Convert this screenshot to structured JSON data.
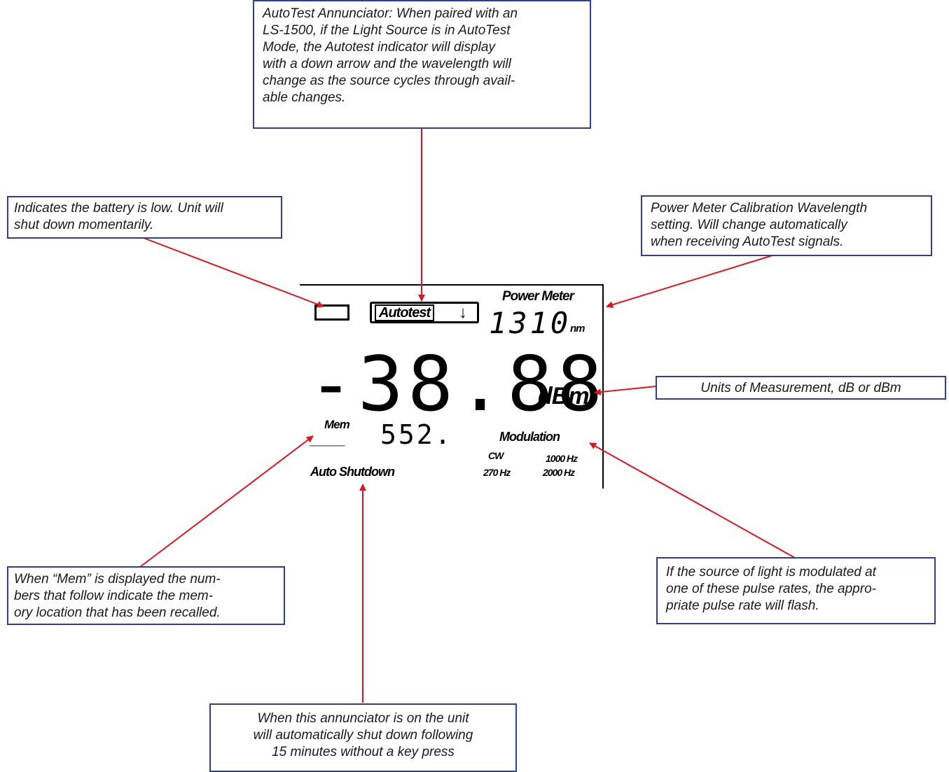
{
  "callouts": {
    "autotest": {
      "lines": [
        "AutoTest Annunciator: When paired with an",
        "LS-1500, if the Light Source is in AutoTest",
        "Mode, the Autotest indicator will display",
        "with a down arrow and the wavelength will",
        "change as the source cycles through avail-",
        "able changes."
      ]
    },
    "battery": {
      "lines": [
        "Indicates the battery is low. Unit will",
        "shut down momentarily."
      ]
    },
    "wavelength": {
      "lines": [
        "Power Meter Calibration Wavelength",
        "setting. Will change automatically",
        "when receiving AutoTest signals."
      ]
    },
    "units": {
      "lines": [
        "Units of Measurement, dB or dBm"
      ]
    },
    "memory": {
      "lines": [
        "When “Mem” is displayed the num-",
        "bers that follow indicate the mem-",
        "ory location that has been recalled."
      ]
    },
    "modulation": {
      "lines": [
        "If the source of light is modulated at",
        "one of these pulse rates, the appro-",
        "priate  pulse rate will flash."
      ]
    },
    "shutdown": {
      "lines": [
        "When this annunciator is on the unit",
        "will automatically shut down following",
        "15 minutes without a key press"
      ]
    }
  },
  "lcd": {
    "autotest_label": "Autotest",
    "autotest_arrow": "↓",
    "power_meter_label": "Power Meter",
    "wavelength_value": "1310",
    "wavelength_unit": "nm",
    "reading": "-38.88",
    "reading_unit": "dBm",
    "mem_label": "Mem",
    "mem_dashes": "___",
    "mem_value": "552.",
    "modulation_label": "Modulation",
    "mod_cw": "CW",
    "mod_270": "270 Hz",
    "mod_1000": "1000 Hz",
    "mod_2000": "2000 Hz",
    "auto_shutdown_label": "Auto Shutdown"
  },
  "colors": {
    "callout_border": "#2b3f93",
    "arrow": "#e0141e"
  }
}
